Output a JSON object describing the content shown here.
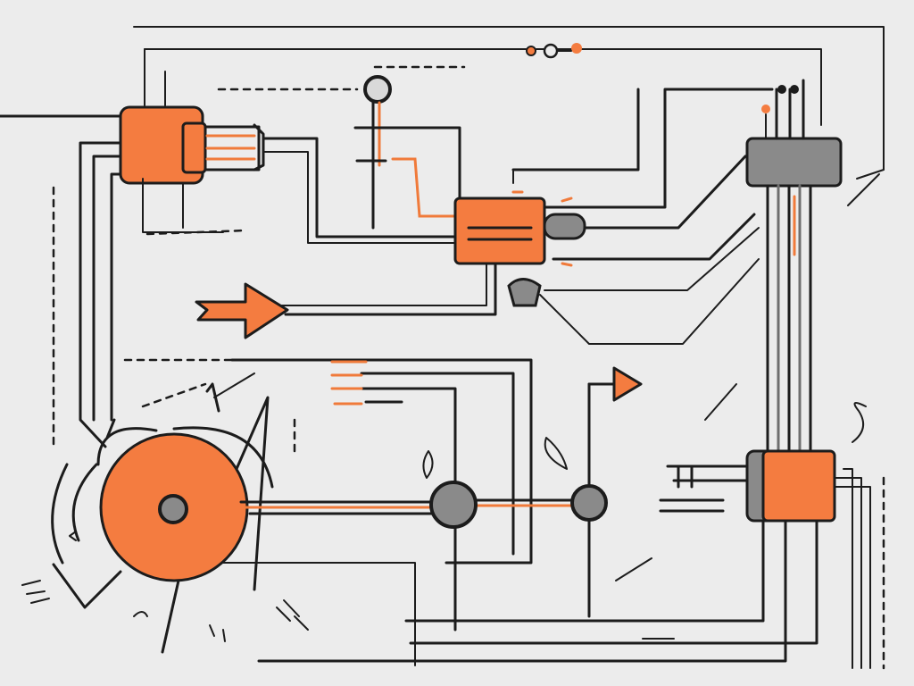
{
  "scene": {
    "description_type": "abstract circuit / schematic illustration",
    "colors": {
      "background": "#ececec",
      "line": "#1c1c1c",
      "accent_orange": "#f47c40",
      "accent_grey": "#8a8a8a"
    },
    "elements": [
      "orange-module-top-left",
      "orange-module-center",
      "grey-module-top-right",
      "orange-module-right",
      "orange-disc-left",
      "grey-node-center",
      "grey-node-right",
      "arrow-left",
      "arrow-right"
    ]
  }
}
